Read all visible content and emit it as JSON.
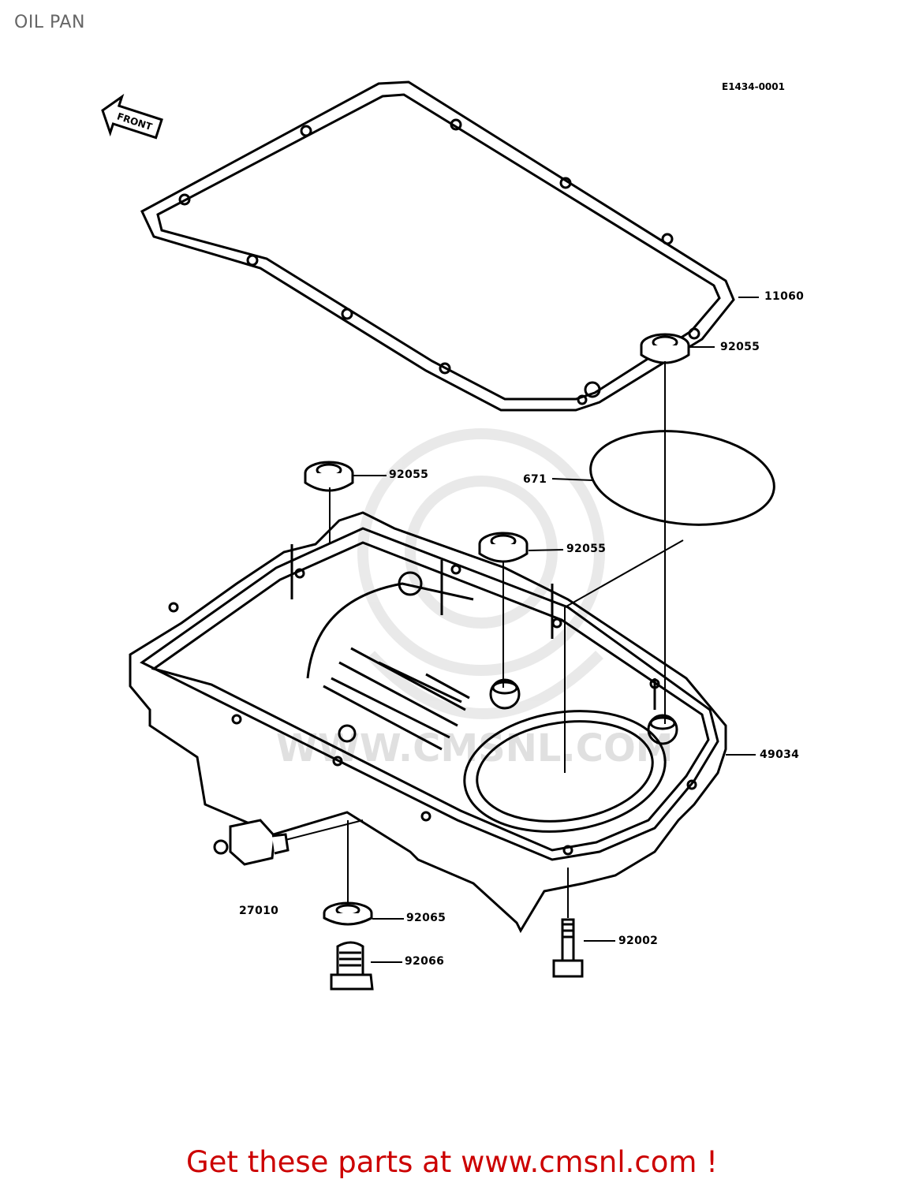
{
  "page_title": "OIL PAN",
  "diagram_code": "E1434-0001",
  "front_arrow_label": "FRONT",
  "watermark_text": "WWW.CMSNL.COM",
  "parts": {
    "gasket": "11060",
    "collar_1": "92055",
    "o_ring": "671",
    "collar_2": "92055",
    "collar_3": "92055",
    "oil_pan": "49034",
    "switch": "27010",
    "washer": "92065",
    "bolt": "92002",
    "drain_plug": "92066"
  },
  "footer": {
    "text": "Get these parts at www.cmsnl.com !"
  }
}
